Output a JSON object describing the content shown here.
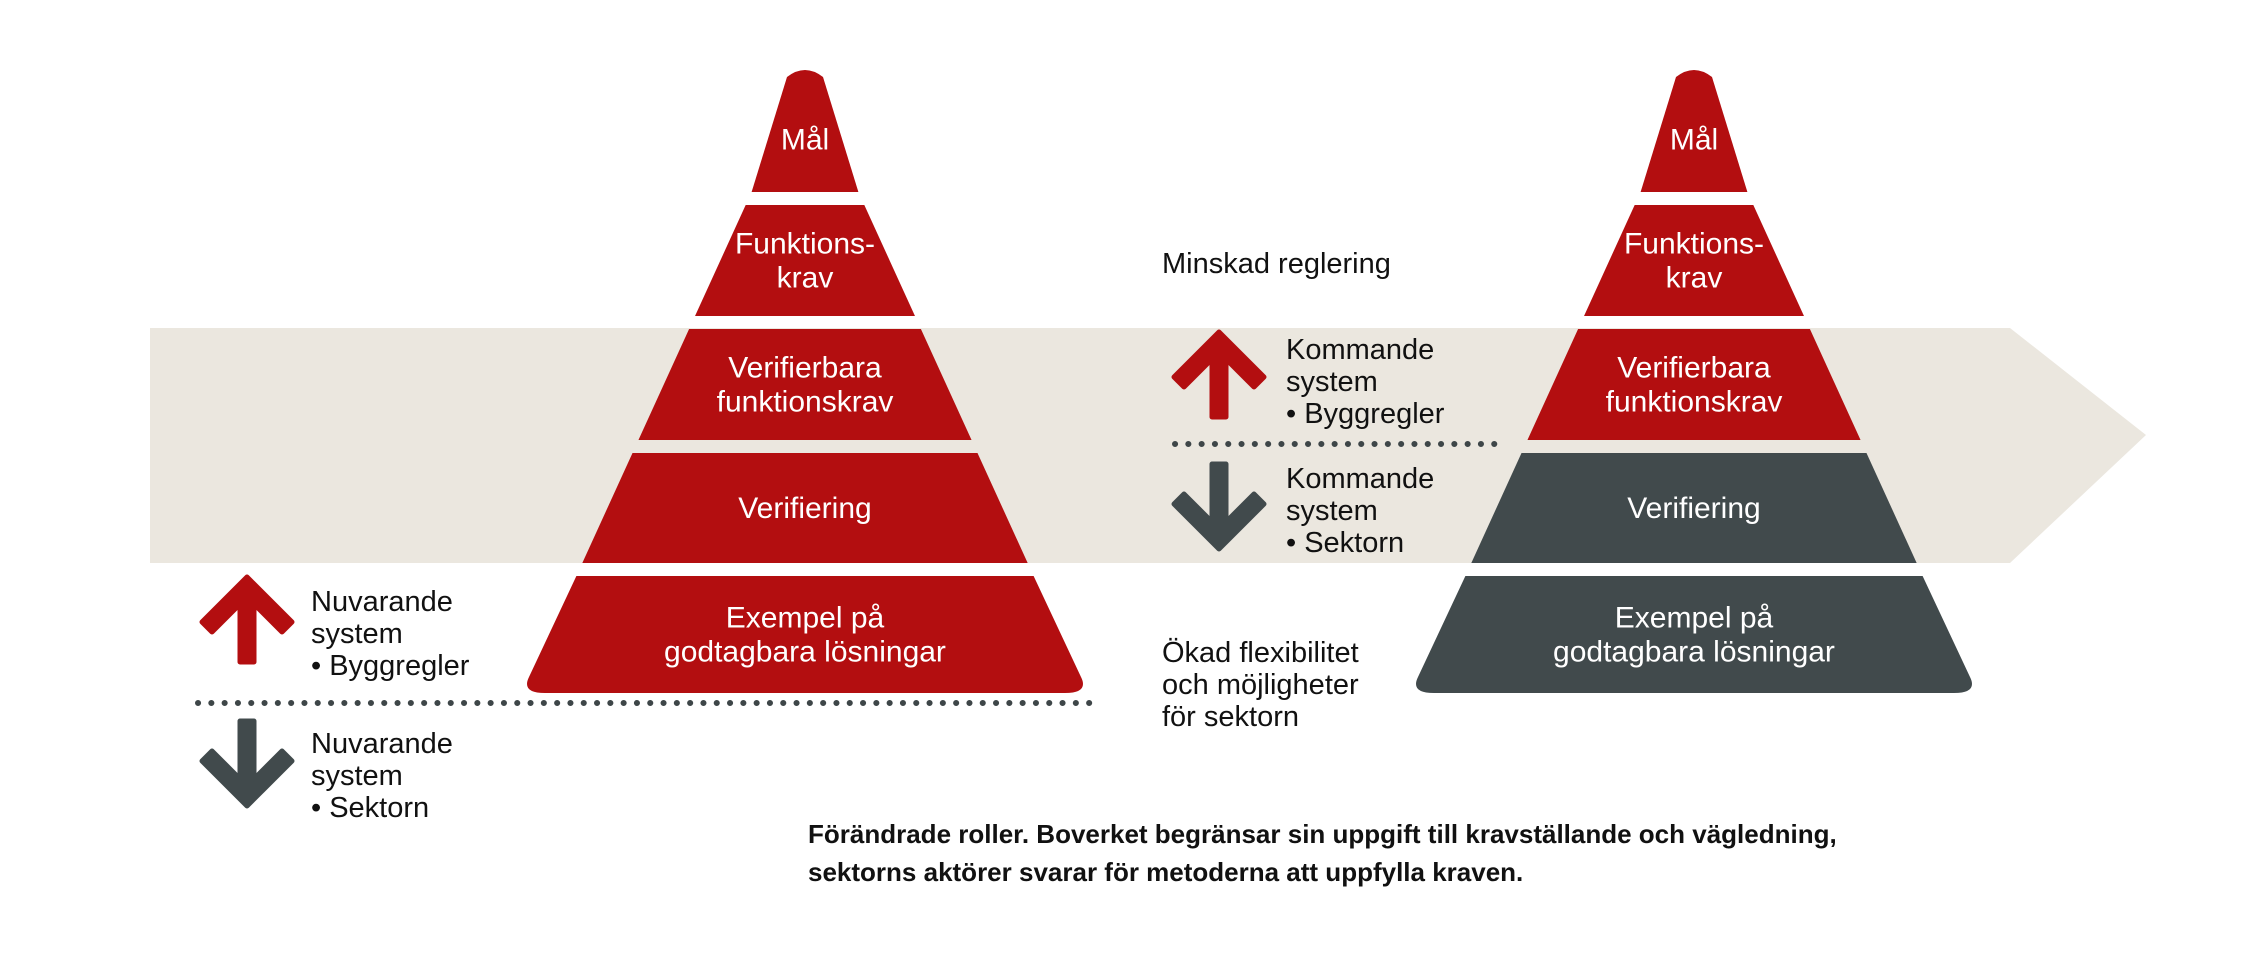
{
  "colors": {
    "red": "#b30e10",
    "dark": "#414a4c",
    "band": "#ebe7df",
    "dots": "#3e4648"
  },
  "left_pyramid": {
    "layers": [
      {
        "lines": [
          "Mål"
        ],
        "color": "red"
      },
      {
        "lines": [
          "Funktions-",
          "krav"
        ],
        "color": "red"
      },
      {
        "lines": [
          "Verifierbara",
          "funktionskrav"
        ],
        "color": "red"
      },
      {
        "lines": [
          "Verifiering"
        ],
        "color": "red"
      },
      {
        "lines": [
          "Exempel på",
          "godtagbara lösningar"
        ],
        "color": "red"
      }
    ]
  },
  "right_pyramid": {
    "layers": [
      {
        "lines": [
          "Mål"
        ],
        "color": "red"
      },
      {
        "lines": [
          "Funktions-",
          "krav"
        ],
        "color": "red"
      },
      {
        "lines": [
          "Verifierbara",
          "funktionskrav"
        ],
        "color": "red"
      },
      {
        "lines": [
          "Verifiering"
        ],
        "color": "dark"
      },
      {
        "lines": [
          "Exempel på",
          "godtagbara lösningar"
        ],
        "color": "dark"
      }
    ]
  },
  "labels": {
    "current_up": "Nuvarande\nsystem\n• Byggregler",
    "current_down": "Nuvarande\nsystem\n• Sektorn",
    "future_up": "Kommande\nsystem\n• Byggregler",
    "future_down": "Kommande\nsystem\n• Sektorn",
    "reduced": "Minskad reglering",
    "flexibility": "Ökad flexibilitet\noch möjligheter\nför sektorn"
  },
  "caption": "Förändrade roller. Boverket begränsar sin uppgift till kravställande och vägledning,\nsektorns aktörer svarar för metoderna att uppfylla kraven."
}
